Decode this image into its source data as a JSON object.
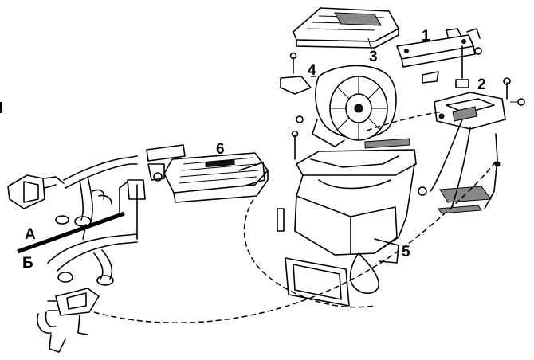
{
  "labels": {
    "part_1": "1",
    "part_2": "2",
    "part_3": "3",
    "part_4": "4",
    "part_5": "5",
    "part_6": "6",
    "zone_a": "А",
    "zone_b": "Б"
  },
  "colors": {
    "ink": "#000000",
    "paper": "#ffffff"
  }
}
